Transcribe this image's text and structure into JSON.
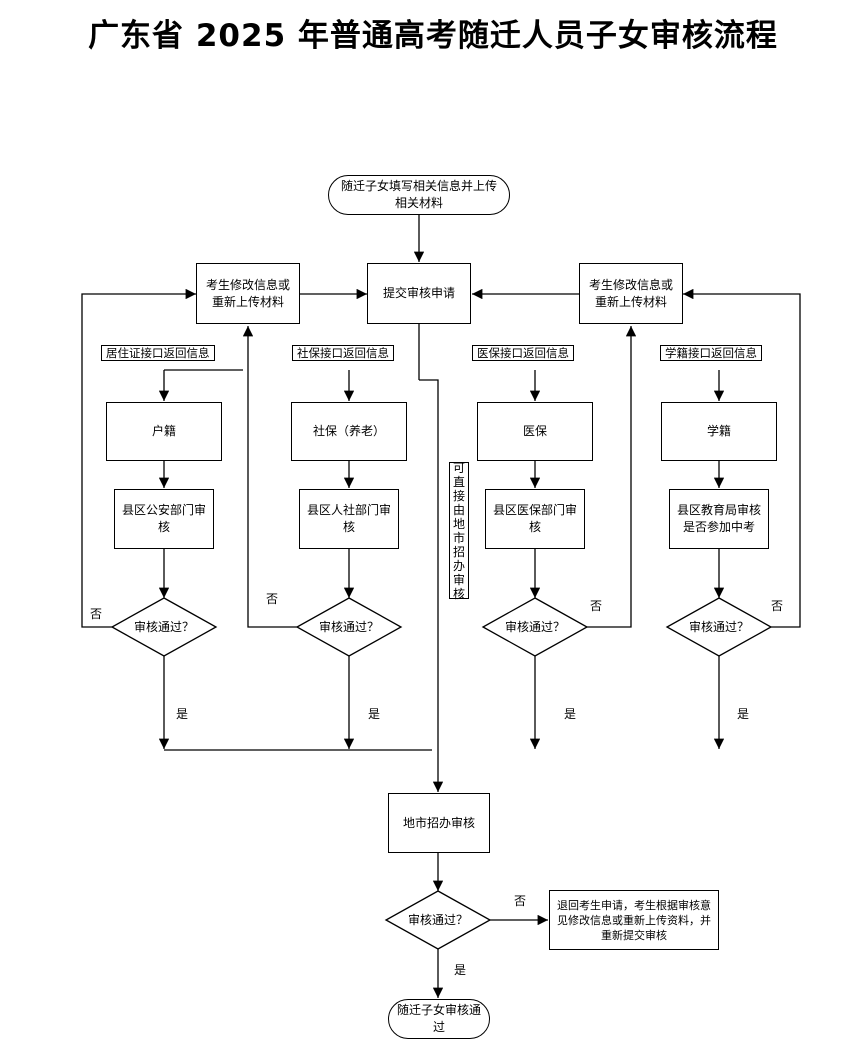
{
  "title": "广东省 2025 年普通高考随迁人员子女审核流程",
  "start": "随迁子女填写相关信息并上传\n相关材料",
  "submit": "提交审核申请",
  "modify_left": "考生修改信息或\n重新上传材料",
  "modify_right": "考生修改信息或\n重新上传材料",
  "direct_review": "可直接由地市招办审核",
  "branches": [
    {
      "interface": "居住证接口返回信息",
      "item": "户籍",
      "dept": "县区公安部门审\n核",
      "decision": "审核通过？",
      "yes": "是",
      "no": "否"
    },
    {
      "interface": "社保接口返回信息",
      "item": "社保（养老）",
      "dept": "县区人社部门审\n核",
      "decision": "审核通过？",
      "yes": "是",
      "no": "否"
    },
    {
      "interface": "医保接口返回信息",
      "item": "医保",
      "dept": "县区医保部门审\n核",
      "decision": "审核通过？",
      "yes": "是",
      "no": "否"
    },
    {
      "interface": "学籍接口返回信息",
      "item": "学籍",
      "dept": "县区教育局审核\n是否参加中考",
      "decision": "审核通过？",
      "yes": "是",
      "no": "否"
    }
  ],
  "city_review": "地市招办审核",
  "final_decision": "审核通过？",
  "final_yes": "是",
  "final_no": "否",
  "rejection": "退回考生申请，考生根据审核意\n见修改信息或重新上传资料，并\n重新提交审核",
  "end": "随迁子女审核通\n过",
  "colors": {
    "line": "#000000",
    "background": "#ffffff"
  }
}
